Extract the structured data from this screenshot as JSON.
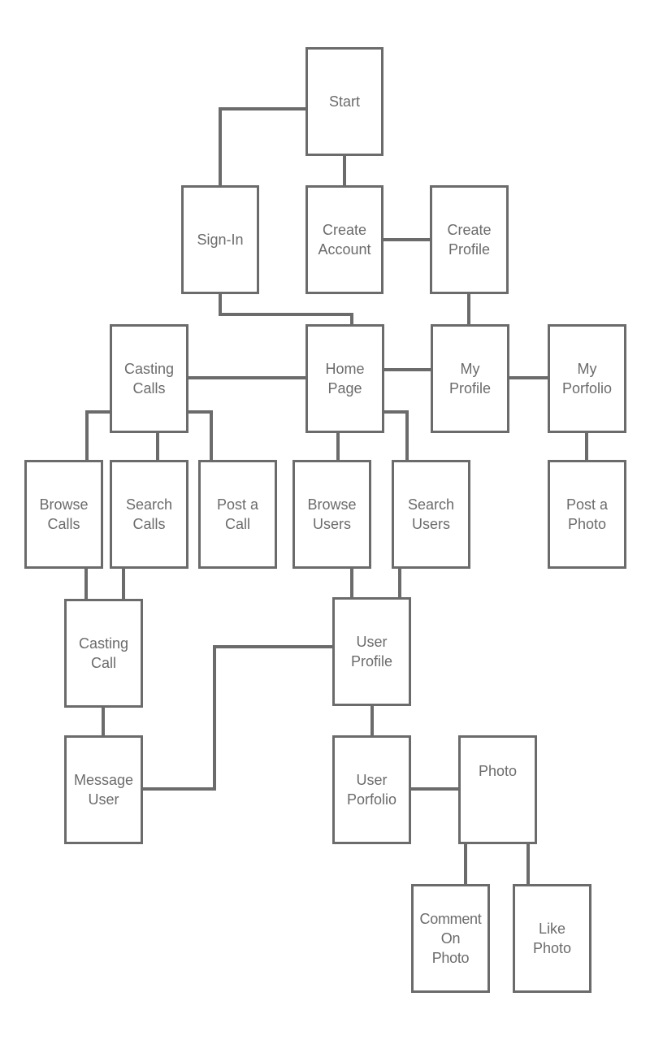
{
  "nodes": {
    "start": "Start",
    "sign_in": "Sign-In",
    "create_account": "Create\nAccount",
    "create_profile": "Create\nProfile",
    "casting_calls": "Casting\nCalls",
    "home_page": "Home\nPage",
    "my_profile": "My\nProfile",
    "my_portfolio": "My\nPorfolio",
    "browse_calls": "Browse\nCalls",
    "search_calls": "Search\nCalls",
    "post_a_call": "Post a\nCall",
    "browse_users": "Browse\nUsers",
    "search_users": "Search\nUsers",
    "post_a_photo": "Post a\nPhoto",
    "casting_call": "Casting\nCall",
    "user_profile": "User\nProfile",
    "message_user": "Message\nUser",
    "user_portfolio": "User\nPorfolio",
    "photo": "Photo",
    "comment_on_photo": "Comment\nOn\nPhoto",
    "like_photo": "Like\nPhoto"
  },
  "colors": {
    "stroke": "#6b6b6b",
    "text": "#6b6b6b",
    "background": "#ffffff"
  }
}
